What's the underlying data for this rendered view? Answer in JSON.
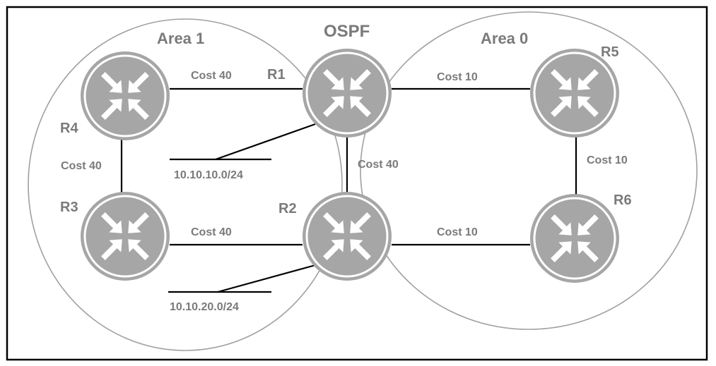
{
  "title": "OSPF",
  "areas": [
    {
      "id": "area1",
      "label": "Area 1"
    },
    {
      "id": "area0",
      "label": "Area 0"
    }
  ],
  "routers": [
    {
      "id": "R1",
      "label": "R1"
    },
    {
      "id": "R2",
      "label": "R2"
    },
    {
      "id": "R3",
      "label": "R3"
    },
    {
      "id": "R4",
      "label": "R4"
    },
    {
      "id": "R5",
      "label": "R5"
    },
    {
      "id": "R6",
      "label": "R6"
    }
  ],
  "links": [
    {
      "from": "R4",
      "to": "R1",
      "cost": "Cost 40"
    },
    {
      "from": "R4",
      "to": "R3",
      "cost": "Cost 40"
    },
    {
      "from": "R3",
      "to": "R2",
      "cost": "Cost 40"
    },
    {
      "from": "R1",
      "to": "R2",
      "cost": "Cost 40"
    },
    {
      "from": "R1",
      "to": "R5",
      "cost": "Cost 10"
    },
    {
      "from": "R5",
      "to": "R6",
      "cost": "Cost 10"
    },
    {
      "from": "R2",
      "to": "R6",
      "cost": "Cost 10"
    }
  ],
  "networks": [
    {
      "router": "R1",
      "label": "10.10.10.0/24"
    },
    {
      "router": "R2",
      "label": "10.10.20.0/24"
    }
  ],
  "colors": {
    "router_fill": "#a6a6a6",
    "router_ring": "#ffffff",
    "arrow": "#ffffff",
    "label": "#7a7a7a",
    "area_outline": "#a0a0a0",
    "link": "#000000",
    "frame": "#000000"
  }
}
